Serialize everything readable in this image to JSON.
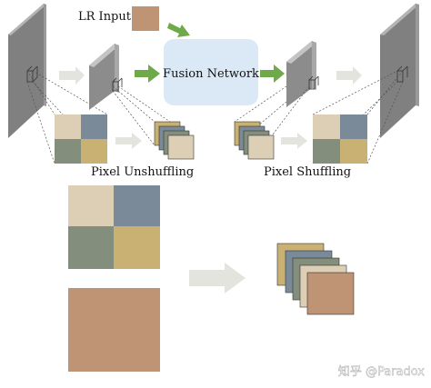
{
  "labels": {
    "lr_input": "LR Input",
    "fusion_network": "Fusion Network",
    "pixel_unshuffling": "Pixel Unshuffling",
    "pixel_shuffling": "Pixel Shuffling"
  },
  "watermark": "知乎 @Paradox",
  "colors": {
    "beige": "#dccfb6",
    "slate": "#7a8a98",
    "sage": "#838e7d",
    "mustard": "#c8b173",
    "terracotta": "#bf9474",
    "fusion_box": "#dbe9f7",
    "green_arrow": "#6ea94a",
    "gray_arrow": "#e3e4de"
  }
}
